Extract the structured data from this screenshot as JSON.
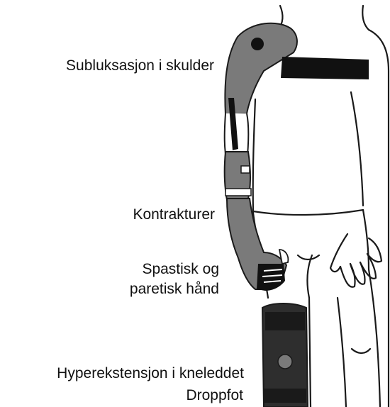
{
  "labels": {
    "shoulder_subluxation": "Subluksasjon i skulder",
    "contractures": "Kontrakturer",
    "spastic_hand_line1": "Spastisk og",
    "spastic_hand_line2": "paretisk hånd",
    "knee_hyperextension": "Hyperekstensjon i kneleddet",
    "drop_foot": "Droppfot"
  },
  "colors": {
    "background": "#ffffff",
    "outline": "#1a1a1a",
    "brace_gray": "#7a7a7a",
    "strap_black": "#111111",
    "knee_brace_dark": "#2e2e2e",
    "text": "#111111"
  }
}
